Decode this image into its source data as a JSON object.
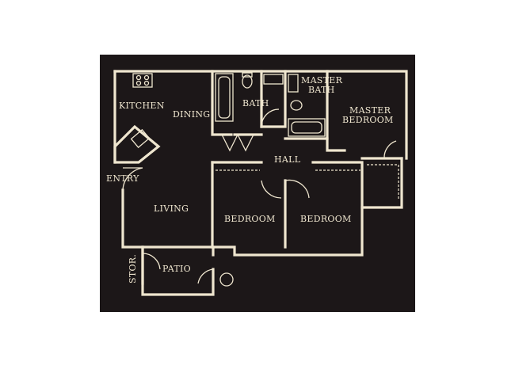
{
  "colors": {
    "background": "#1c1718",
    "lines": "#efe6cf",
    "page": "#ffffff"
  },
  "rooms": {
    "kitchen": "KITCHEN",
    "dining": "DINING",
    "bath": "BATH",
    "master_bath_line1": "MASTER",
    "master_bath_line2": "BATH",
    "master_bedroom_line1": "MASTER",
    "master_bedroom_line2": "BEDROOM",
    "hall": "HALL",
    "entry": "ENTRY",
    "living": "LIVING",
    "bedroom_left": "BEDROOM",
    "bedroom_right": "BEDROOM",
    "storage": "STOR.",
    "patio": "PATIO"
  }
}
